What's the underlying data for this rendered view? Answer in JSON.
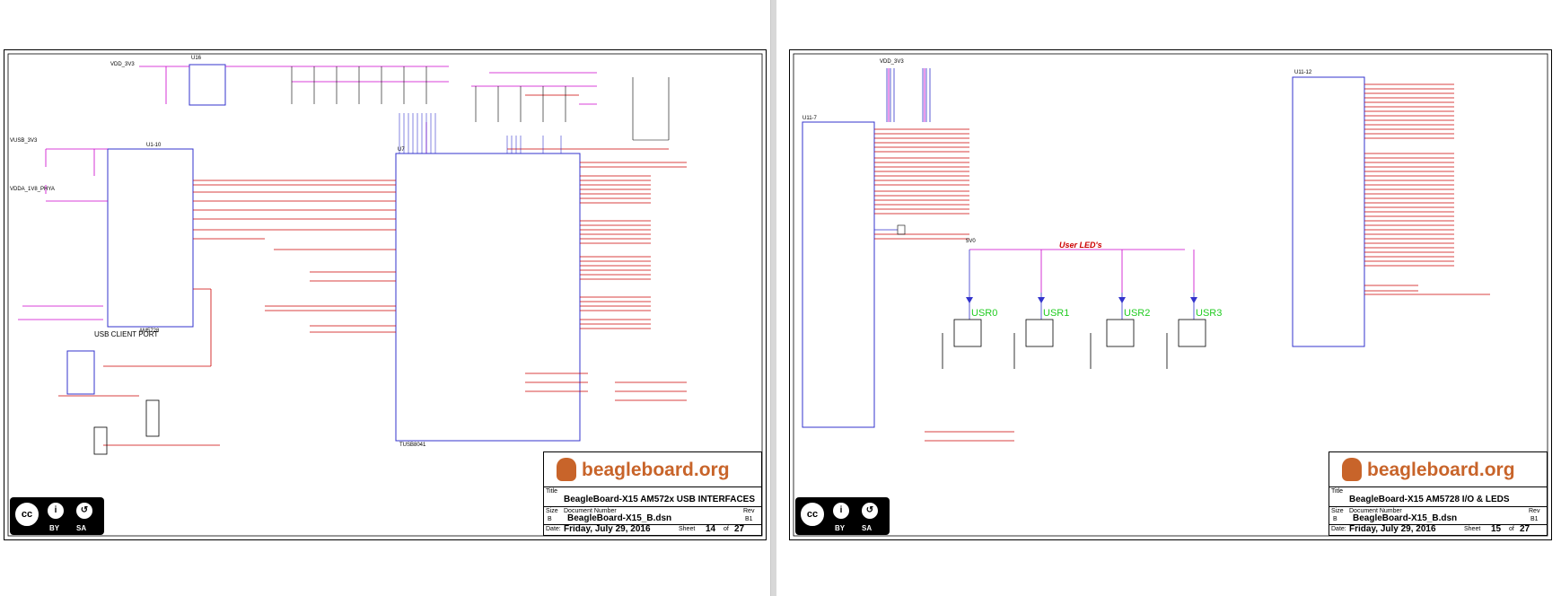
{
  "sheets": [
    {
      "usb_header": "USB CLIENT PORT",
      "ic_label": "TUSB8041",
      "u_label": "AM5728",
      "logo": "beagleboard.org",
      "title_label": "Title",
      "title": "BeagleBoard-X15 AM572x USB INTERFACES",
      "size_label": "Size",
      "size": "B",
      "docnum_label": "Document Number",
      "docnum": "BeagleBoard-X15_B.dsn",
      "rev_label": "Rev",
      "rev": "B1",
      "date_label": "Date:",
      "date": "Friday, July 29, 2016",
      "sheet_label": "Sheet",
      "sheet_num": "14",
      "of_label": "of",
      "sheet_total": "27",
      "net_labels": {
        "vdd_3v3": "VDD_3V3",
        "vusb": "VUSB_3V3",
        "vdda": "VDDA_1V8_PHYA",
        "u16": "U16",
        "u1": "U1-10",
        "u7": "U7"
      }
    },
    {
      "leds_header": "User LED's",
      "leds": [
        "USR0",
        "USR1",
        "USR2",
        "USR3"
      ],
      "u11_7": "U11-7",
      "u11_12": "U11-12",
      "logo": "beagleboard.org",
      "title_label": "Title",
      "title": "BeagleBoard-X15 AM5728 I/O & LEDS",
      "size_label": "Size",
      "size": "B",
      "docnum_label": "Document Number",
      "docnum": "BeagleBoard-X15_B.dsn",
      "rev_label": "Rev",
      "rev": "B1",
      "date_label": "Date:",
      "date": "Friday, July 29, 2016",
      "sheet_label": "Sheet",
      "sheet_num": "15",
      "of_label": "of",
      "sheet_total": "27",
      "net_labels": {
        "vdd_3v3": "VDD_3V3",
        "vdd_5v": "5V0"
      }
    }
  ],
  "cc": {
    "cc": "cc",
    "by": "BY",
    "sa": "SA"
  }
}
